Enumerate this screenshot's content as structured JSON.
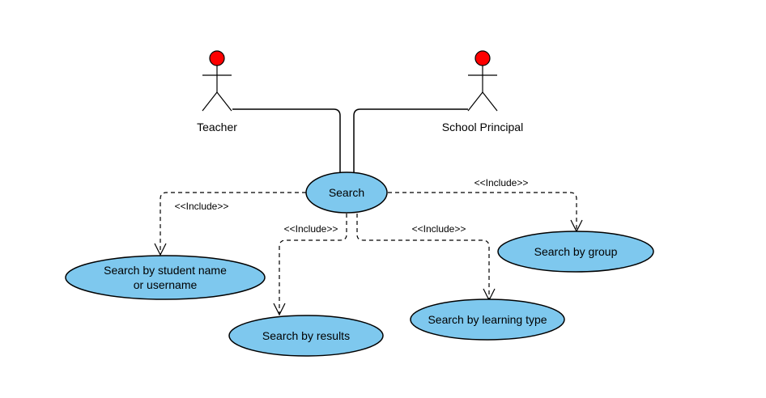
{
  "actors": {
    "teacher": {
      "label": "Teacher"
    },
    "principal": {
      "label": "School Principal"
    }
  },
  "use_cases": {
    "search": "Search",
    "by_name_line1": "Search by student name",
    "by_name_line2": "or username",
    "by_results": "Search by results",
    "by_learning_type": "Search by learning type",
    "by_group": "Search by group"
  },
  "relations": {
    "include_name": "<<Include>>",
    "include_results": "<<Include>>",
    "include_learning": "<<Include>>",
    "include_group": "<<Include>>"
  },
  "colors": {
    "use_case_fill": "#7ec8ee",
    "actor_head": "#ff0000"
  }
}
